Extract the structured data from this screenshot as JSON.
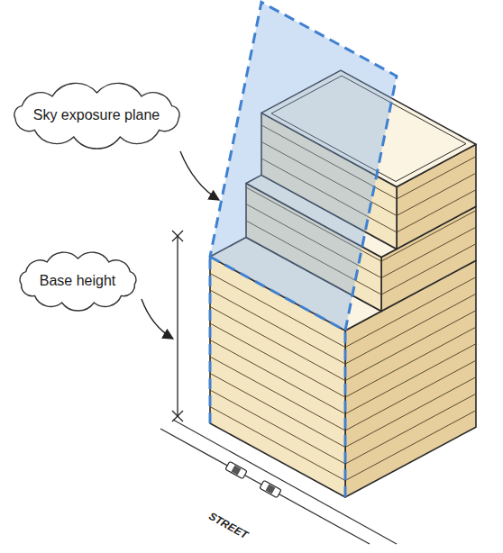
{
  "diagram": {
    "nodes": [
      {
        "text": [
          "Sky exposure plane"
        ]
      },
      {
        "text": [
          "Base height"
        ]
      }
    ],
    "labels": [
      "STREET"
    ]
  }
}
